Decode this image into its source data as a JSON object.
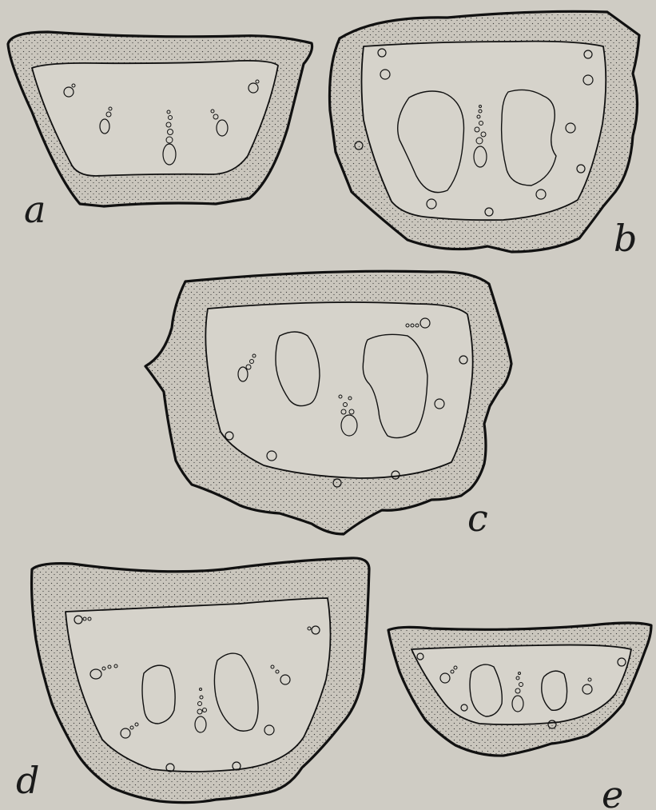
{
  "figure": {
    "panels": [
      {
        "id": "a",
        "label": "a"
      },
      {
        "id": "b",
        "label": "b"
      },
      {
        "id": "c",
        "label": "c"
      },
      {
        "id": "d",
        "label": "d"
      },
      {
        "id": "e",
        "label": "e"
      }
    ]
  },
  "colors": {
    "paper": "#cfccc4",
    "ink": "#111111",
    "inner_tissue": "#d6d3cb"
  }
}
